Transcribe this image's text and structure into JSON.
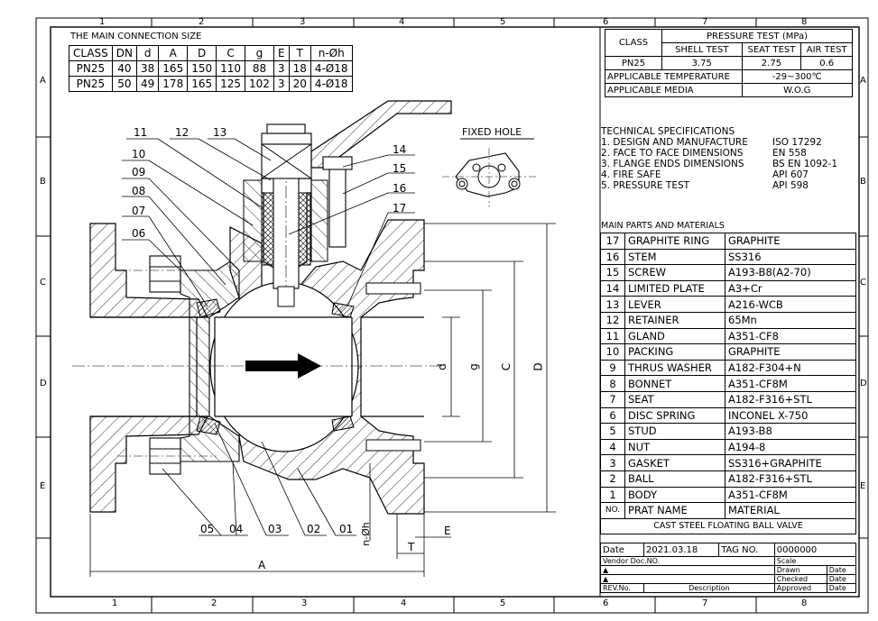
{
  "grid": {
    "columns": [
      "1",
      "2",
      "3",
      "4",
      "5",
      "6",
      "7",
      "8"
    ],
    "rows": [
      "A",
      "B",
      "C",
      "D",
      "E"
    ]
  },
  "connection_table": {
    "title": "THE MAIN CONNECTION SIZE",
    "headers": [
      "CLASS",
      "DN",
      "d",
      "A",
      "D",
      "C",
      "g",
      "E",
      "T",
      "n-Øh"
    ],
    "rows": [
      [
        "PN25",
        "40",
        "38",
        "165",
        "150",
        "110",
        "88",
        "3",
        "18",
        "4-Ø18"
      ],
      [
        "PN25",
        "50",
        "49",
        "178",
        "165",
        "125",
        "102",
        "3",
        "20",
        "4-Ø18"
      ]
    ]
  },
  "pressure_table": {
    "class_label": "CLASS",
    "group_header": "PRESSURE TEST (MPa)",
    "sub_headers": [
      "SHELL TEST",
      "SEAT TEST",
      "AIR TEST"
    ],
    "values": [
      "PN25",
      "3.75",
      "2.75",
      "0.6"
    ],
    "temp_label": "APPLICABLE TEMPERATURE",
    "temp_value": "-29~300℃",
    "media_label": "APPLICABLE MEDIA",
    "media_value": "W.O.G"
  },
  "tech_specs": {
    "title": "TECHNICAL SPECIFICATIONS",
    "items": [
      {
        "label": "1. DESIGN AND MANUFACTURE",
        "value": "ISO 17292"
      },
      {
        "label": "2. FACE TO FACE DIMENSIONS",
        "value": "EN 558"
      },
      {
        "label": "3. FLANGE ENDS DIMENSIONS",
        "value": "BS EN 1092-1"
      },
      {
        "label": "4. FIRE SAFE",
        "value": "API 607"
      },
      {
        "label": "5. PRESSURE TEST",
        "value": "API 598"
      }
    ]
  },
  "fixed_hole_label": "FIXED HOLE",
  "parts": {
    "title": "MAIN PARTS AND MATERIALS",
    "rows": [
      {
        "no": "17",
        "name": "GRAPHITE RING",
        "material": "GRAPHITE"
      },
      {
        "no": "16",
        "name": "STEM",
        "material": "SS316"
      },
      {
        "no": "15",
        "name": "SCREW",
        "material": "A193-B8(A2-70)"
      },
      {
        "no": "14",
        "name": "LIMITED PLATE",
        "material": "A3+Cr"
      },
      {
        "no": "13",
        "name": "LEVER",
        "material": "A216-WCB"
      },
      {
        "no": "12",
        "name": "RETAINER",
        "material": "65Mn"
      },
      {
        "no": "11",
        "name": "GLAND",
        "material": "A351-CF8"
      },
      {
        "no": "10",
        "name": "PACKING",
        "material": "GRAPHITE"
      },
      {
        "no": "9",
        "name": "THRUS WASHER",
        "material": "A182-F304+N"
      },
      {
        "no": "8",
        "name": "BONNET",
        "material": "A351-CF8M"
      },
      {
        "no": "7",
        "name": "SEAT",
        "material": "A182-F316+STL"
      },
      {
        "no": "6",
        "name": "DISC SPRING",
        "material": "INCONEL X-750"
      },
      {
        "no": "5",
        "name": "STUD",
        "material": "A193-B8"
      },
      {
        "no": "4",
        "name": "NUT",
        "material": "A194-8"
      },
      {
        "no": "3",
        "name": "GASKET",
        "material": "SS316+GRAPHITE"
      },
      {
        "no": "2",
        "name": "BALL",
        "material": "A182-F316+STL"
      },
      {
        "no": "1",
        "name": "BODY",
        "material": "A351-CF8M"
      }
    ],
    "header": {
      "no": "NO.",
      "name": "PRAT NAME",
      "material": "MATERIAL"
    },
    "product_title": "CAST STEEL FLOATING BALL VALVE"
  },
  "title_block": {
    "date_label": "Date",
    "date_value": "2021.03.18",
    "tag_label": "TAG NO.",
    "tag_value": "0000000",
    "vendor_label": "Vendor Doc.NO.",
    "scale_label": "Scale",
    "drawn_label": "Drawn",
    "checked_label": "Checked",
    "approved_label": "Approved",
    "date_col": "Date",
    "revno_label": "REV.No.",
    "description_label": "Description",
    "rev_mark": "▲"
  },
  "callouts": {
    "top": [
      "11",
      "12",
      "13",
      "14",
      "15",
      "16",
      "17"
    ],
    "left": [
      "10",
      "09",
      "08",
      "07",
      "06"
    ],
    "bottom": [
      "05",
      "04",
      "03",
      "02",
      "01"
    ]
  },
  "dimensions": [
    "A",
    "d",
    "g",
    "C",
    "D",
    "E",
    "T",
    "n-Øh"
  ]
}
